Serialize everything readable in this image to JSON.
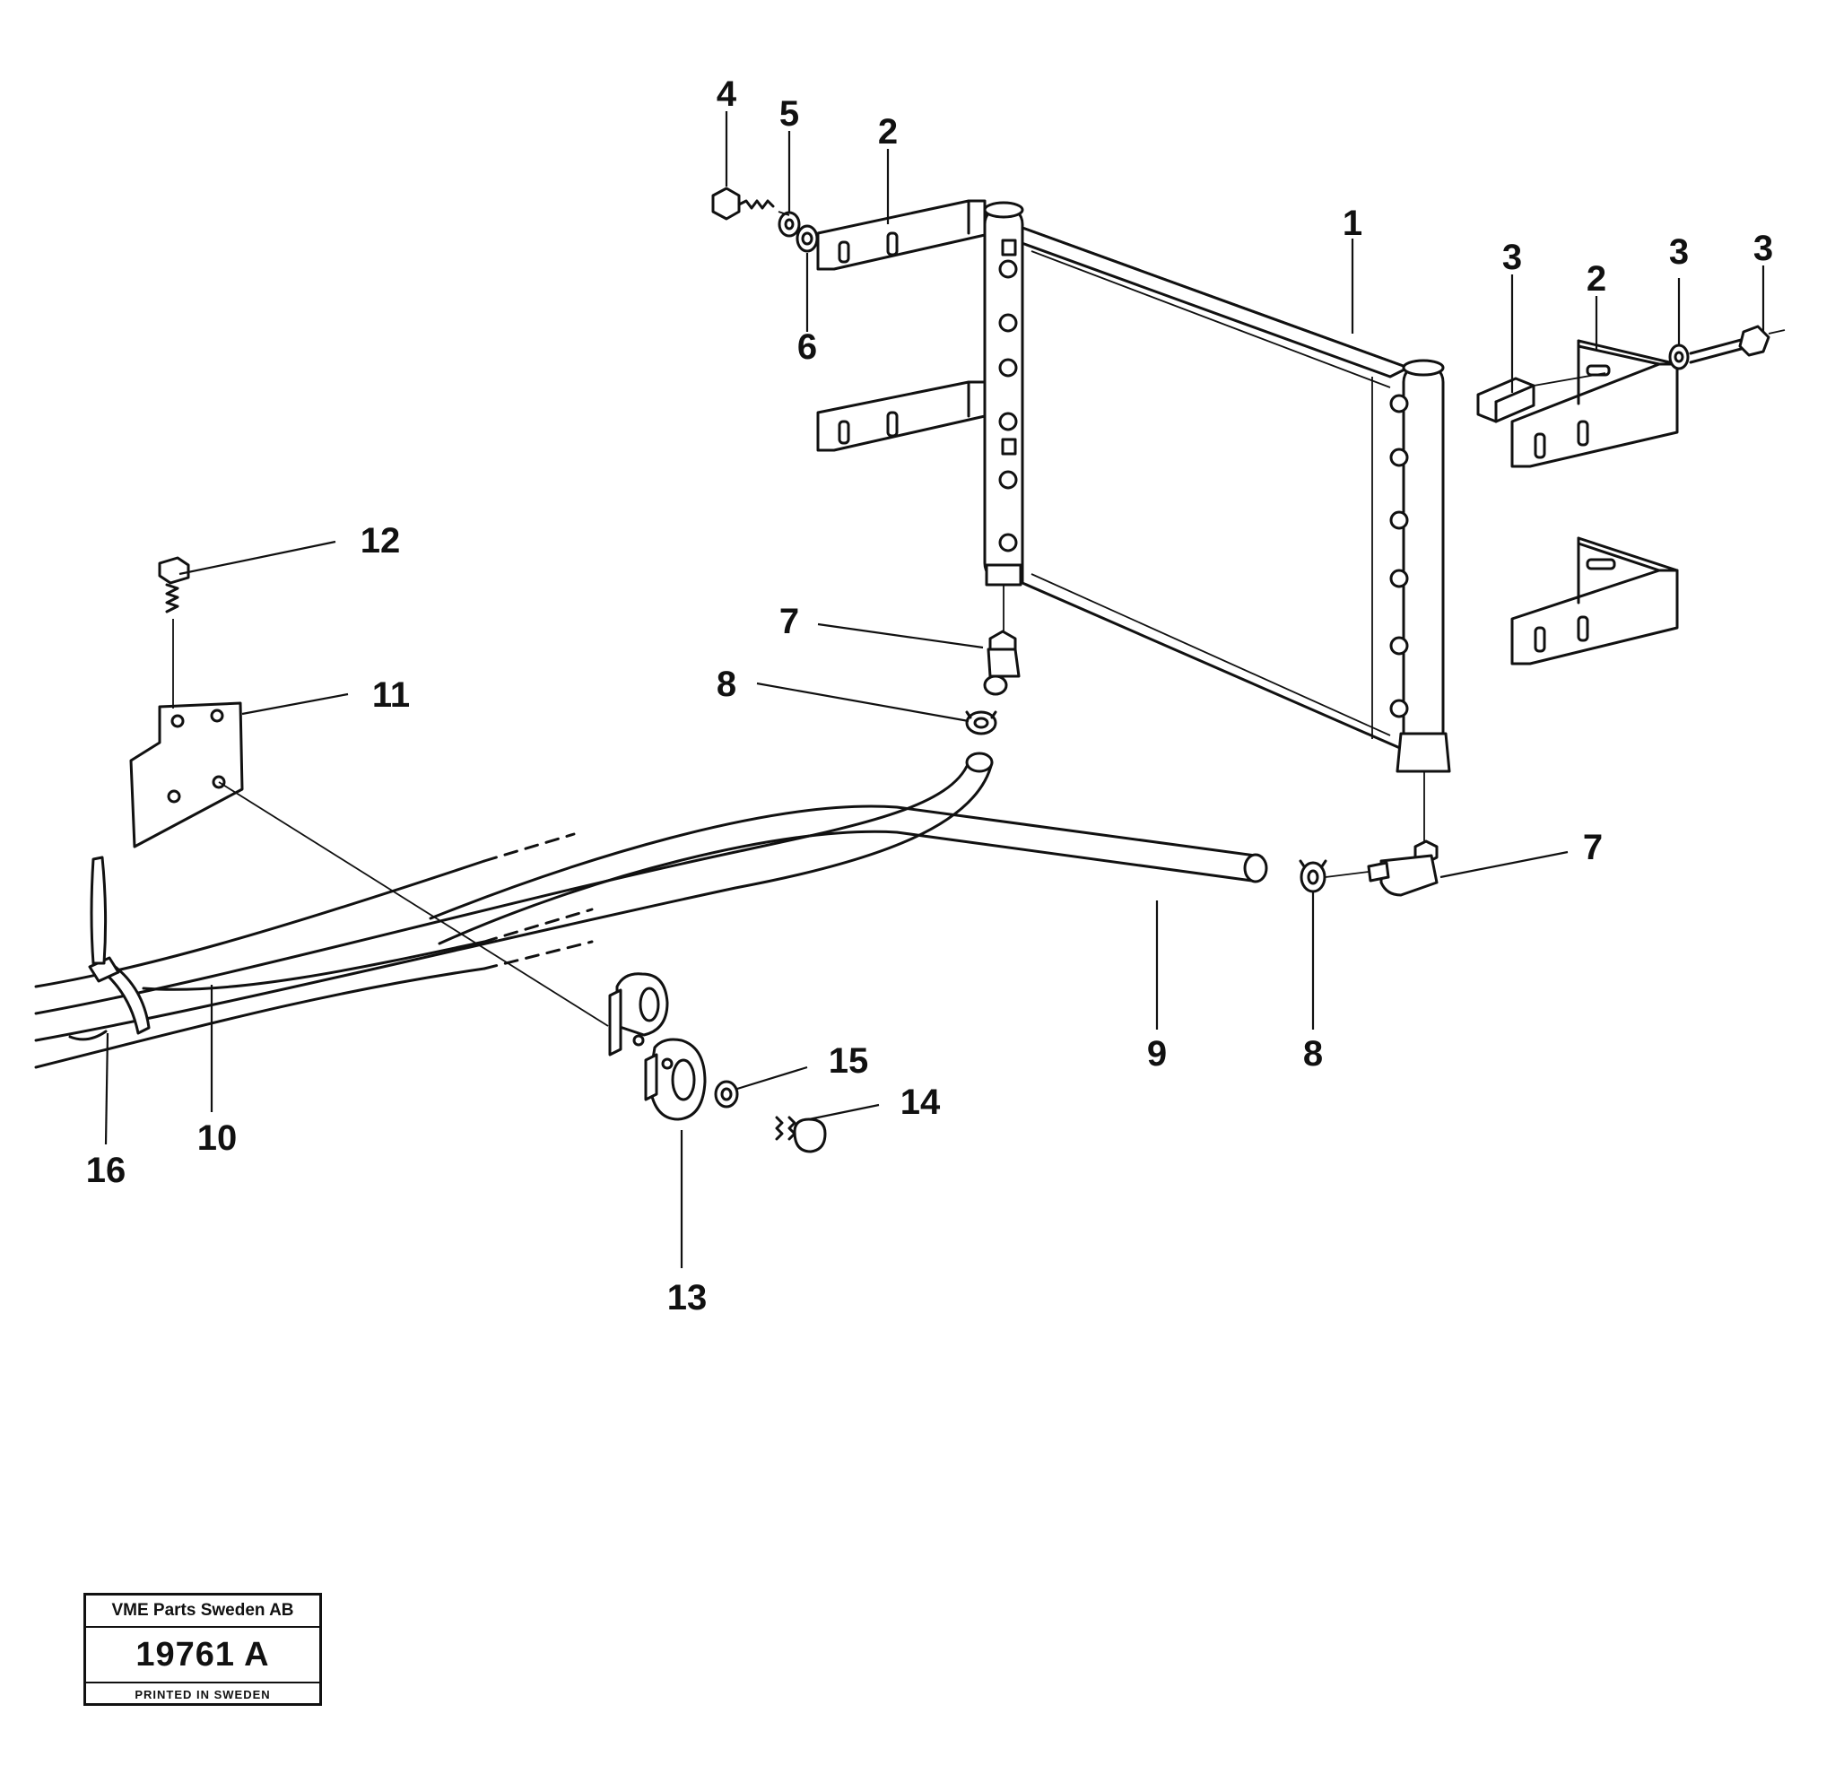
{
  "callouts": {
    "c1": "1",
    "c2a": "2",
    "c2b": "2",
    "c3a": "3",
    "c3b": "3",
    "c3c": "3",
    "c4": "4",
    "c5": "5",
    "c6": "6",
    "c7a": "7",
    "c7b": "7",
    "c8a": "8",
    "c8b": "8",
    "c9": "9",
    "c10": "10",
    "c11": "11",
    "c12": "12",
    "c13": "13",
    "c14": "14",
    "c15": "15",
    "c16": "16"
  },
  "stamp": {
    "company": "VME Parts Sweden AB",
    "number": "19761 A",
    "printed": "PRINTED IN SWEDEN"
  }
}
